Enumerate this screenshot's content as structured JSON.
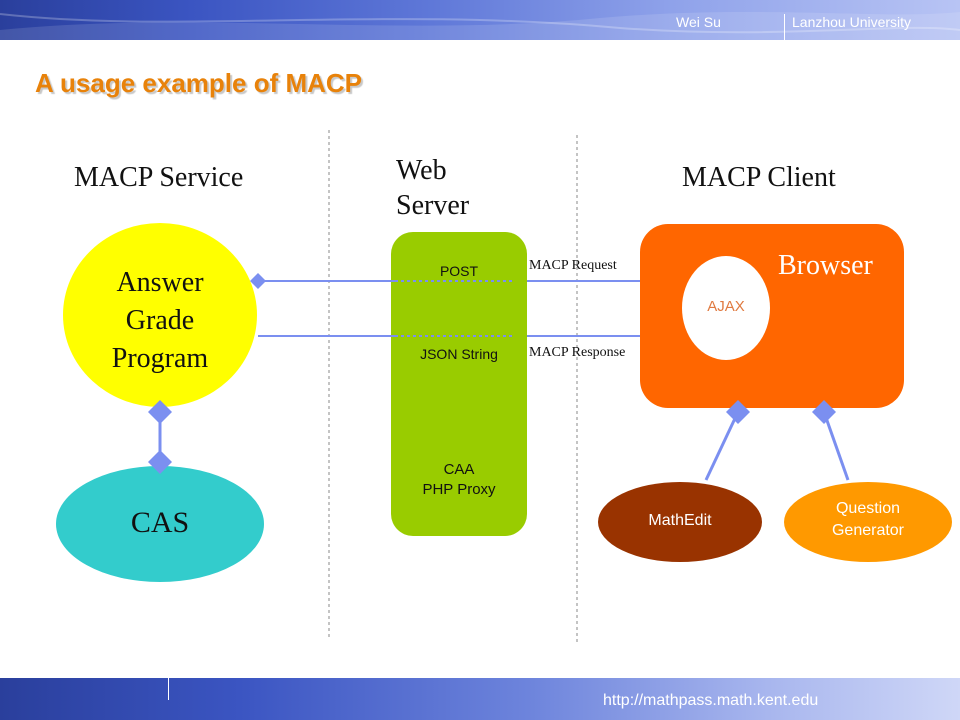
{
  "header": {
    "author": "Wei Su",
    "affiliation": "Lanzhou University"
  },
  "footer": {
    "url": "http://mathpass.math.kent.edu"
  },
  "title": "A usage example of MACP",
  "columns": {
    "service": "MACP Service",
    "web_server_line1": "Web",
    "web_server_line2": "Server",
    "client": "MACP Client"
  },
  "nodes": {
    "agp_line1": "Answer",
    "agp_line2": "Grade",
    "agp_line3": "Program",
    "cas": "CAS",
    "post": "POST",
    "json": "JSON String",
    "caa_line1": "CAA",
    "caa_line2": "PHP Proxy",
    "browser": "Browser",
    "ajax": "AJAX",
    "mathedit": "MathEdit",
    "qg_line1": "Question",
    "qg_line2": "Generator"
  },
  "edges": {
    "request": "MACP Request",
    "response": "MACP Response"
  },
  "colors": {
    "title": "#e8820a",
    "agp": "#ffff00",
    "cas": "#33cccc",
    "server": "#99cc00",
    "browser": "#ff6600",
    "mathedit": "#993300",
    "question_generator": "#ff9900",
    "connector": "#7b8ff0"
  }
}
